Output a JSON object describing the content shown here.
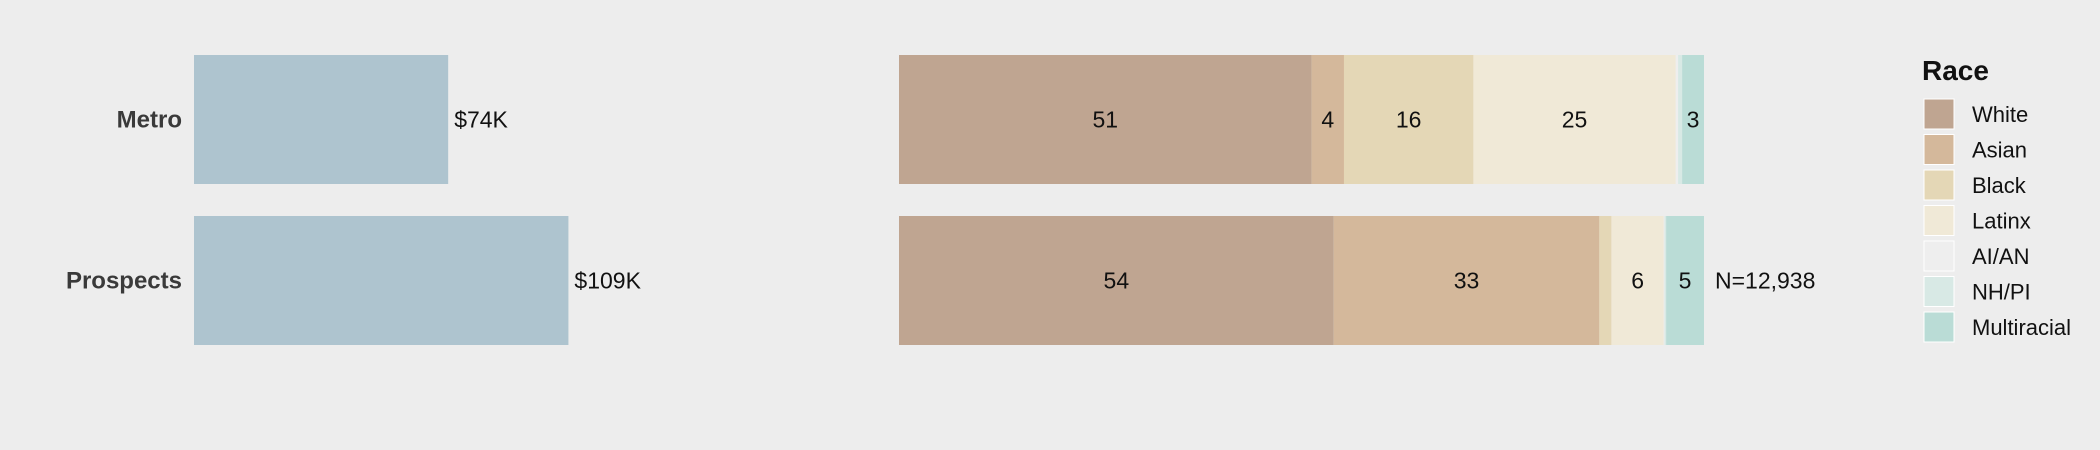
{
  "chart_data": [
    {
      "type": "bar",
      "orientation": "horizontal",
      "categories": [
        "Metro",
        "Prospects"
      ],
      "values": [
        74,
        109
      ],
      "value_labels": [
        "$74K",
        "$109K"
      ],
      "unit": "$K",
      "xlim": [
        0,
        200
      ],
      "bar_color": "#aec4cf",
      "grid": false
    },
    {
      "type": "bar",
      "orientation": "horizontal",
      "stacked": true,
      "categories": [
        "Metro",
        "Prospects"
      ],
      "series": [
        {
          "name": "White",
          "values": [
            51,
            54
          ],
          "labels": [
            "51",
            "54"
          ]
        },
        {
          "name": "Asian",
          "values": [
            4,
            33
          ],
          "labels": [
            "4",
            "33"
          ]
        },
        {
          "name": "Black",
          "values": [
            16,
            1.5
          ],
          "labels": [
            "16",
            ""
          ]
        },
        {
          "name": "Latinx",
          "values": [
            25,
            6.5
          ],
          "labels": [
            "25",
            "6"
          ]
        },
        {
          "name": "AI/AN",
          "values": [
            0.3,
            0.1
          ],
          "labels": [
            "",
            ""
          ]
        },
        {
          "name": "NH/PI",
          "values": [
            0.5,
            0.2
          ],
          "labels": [
            "",
            ""
          ]
        },
        {
          "name": "Multiracial",
          "values": [
            2.7,
            4.7
          ],
          "labels": [
            "3",
            "5"
          ]
        }
      ],
      "colors": [
        "#bfa591",
        "#d4b89b",
        "#e4d7b6",
        "#f0e9d7",
        "#eeeeee",
        "#d8e9e5",
        "#badcd6"
      ],
      "end_labels": [
        "",
        "N=12,938"
      ],
      "xlim": [
        0,
        100
      ],
      "legend": {
        "title": "Race",
        "position": "right"
      },
      "grid": false
    }
  ]
}
